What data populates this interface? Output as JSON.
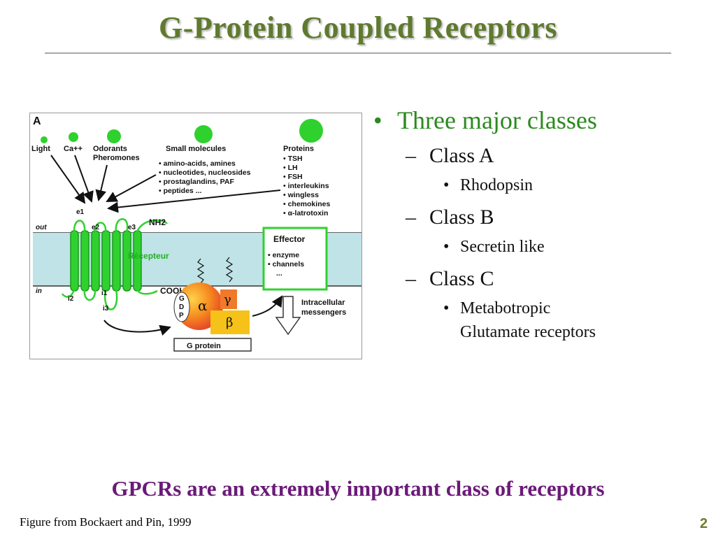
{
  "slide": {
    "title": "G-Protein Coupled Receptors",
    "tagline": "GPCRs are an extremely important class of receptors",
    "caption": "Figure from Bockaert and Pin, 1999",
    "page_number": "2"
  },
  "bullets": {
    "main": "Three major classes",
    "classes": [
      {
        "name": "Class A",
        "examples": [
          "Rhodopsin"
        ]
      },
      {
        "name": "Class B",
        "examples": [
          "Secretin like"
        ]
      },
      {
        "name": "Class C",
        "examples": [
          "Metabotropic",
          "Glutamate receptors"
        ]
      }
    ],
    "bullet_symbol": "•",
    "dash_symbol": "–"
  },
  "figure": {
    "panel_label": "A",
    "ligands": {
      "light": "Light",
      "calcium": "Ca++",
      "odorants": "Odorants",
      "pheromones": "Pheromones",
      "small_molecules": "Small molecules",
      "proteins": "Proteins"
    },
    "small_molecule_items": [
      "• amino-acids, amines",
      "• nucleotides, nucleosides",
      "• prostaglandins, PAF",
      "• peptides ..."
    ],
    "protein_items": [
      "• TSH",
      "• LH",
      "• FSH",
      "• interleukins",
      "• wingless",
      "• chemokines",
      "• α-latrotoxin"
    ],
    "membrane": {
      "out": "out",
      "in": "in",
      "receptor": "Récepteur",
      "nh2": "NH2",
      "cooh": "COOH",
      "loops": [
        "e1",
        "e2",
        "e3",
        "i1",
        "i2",
        "i3"
      ]
    },
    "gprotein": {
      "alpha": "α",
      "beta": "β",
      "gamma": "γ",
      "gdp": [
        "G",
        "D",
        "P"
      ],
      "label": "G protein"
    },
    "effector": {
      "title": "Effector",
      "items": [
        "• enzyme",
        "• channels",
        "..."
      ]
    },
    "messengers": [
      "Intracellular",
      "messengers"
    ],
    "colors": {
      "ligand_green": "#2fd12f",
      "receptor_green": "#2fd12f",
      "membrane": "#bfe3e6",
      "alpha_orange": "#f26a1f",
      "beta_yellow": "#f6c21a",
      "gamma_orange": "#f07a2a"
    }
  }
}
